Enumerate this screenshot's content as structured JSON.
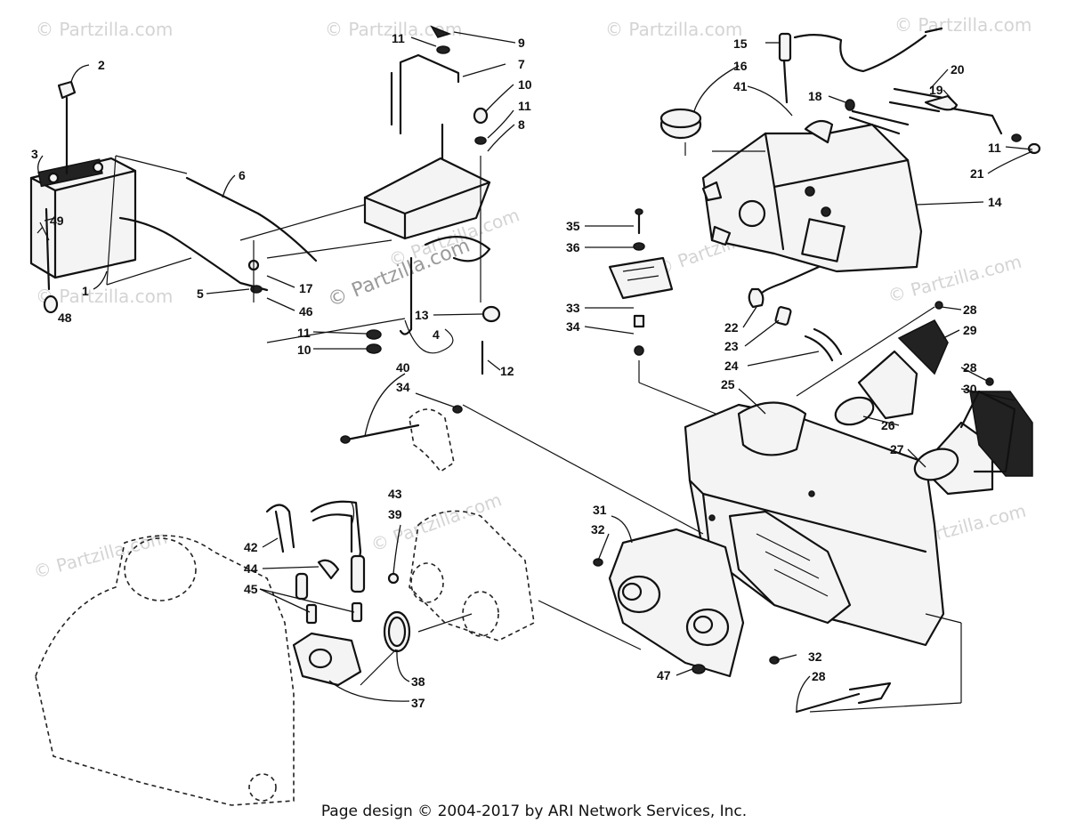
{
  "watermark": {
    "text": "© Partzilla.com",
    "top_left": "© Partzilla.com",
    "top_mid": "© Partzilla.com",
    "top_mid2": "© Partzilla.com",
    "top_right": "© Partzilla.com",
    "center": "© Partzilla.com",
    "center_small": "© Partzilla.com",
    "right_mid": "© Partzilla.com",
    "right_mid2": "© Partzilla.com",
    "left_mid": "© Partzilla.com",
    "left_low": "© Partzilla.com",
    "mid_low": "© Partzilla.com",
    "right_low": "© Partzilla.com",
    "right_low2": "© Partzilla.com",
    "mid_airbox": "© Partzilla.com"
  },
  "callouts": {
    "c1": "1",
    "c2": "2",
    "c3": "3",
    "c4": "4",
    "c5": "5",
    "c6": "6",
    "c7": "7",
    "c8": "8",
    "c9": "9",
    "c10a": "10",
    "c10b": "10",
    "c11a": "11",
    "c11b": "11",
    "c11c": "11",
    "c11d": "11",
    "c12": "12",
    "c13": "13",
    "c14": "14",
    "c15": "15",
    "c16": "16",
    "c17": "17",
    "c18": "18",
    "c19": "19",
    "c20": "20",
    "c21": "21",
    "c22": "22",
    "c23": "23",
    "c24": "24",
    "c25": "25",
    "c26": "26",
    "c27": "27",
    "c28a": "28",
    "c28b": "28",
    "c28c": "28",
    "c29": "29",
    "c30": "30",
    "c31": "31",
    "c32a": "32",
    "c32b": "32",
    "c33": "33",
    "c34a": "34",
    "c34b": "34",
    "c35": "35",
    "c36": "36",
    "c37": "37",
    "c38": "38",
    "c39": "39",
    "c40": "40",
    "c41": "41",
    "c42": "42",
    "c43": "43",
    "c44": "44",
    "c45": "45",
    "c46": "46",
    "c47": "47",
    "c48": "48",
    "c49": "49"
  },
  "footer": {
    "copyright": "Page design © 2004-2017 by ARI Network Services, Inc."
  }
}
